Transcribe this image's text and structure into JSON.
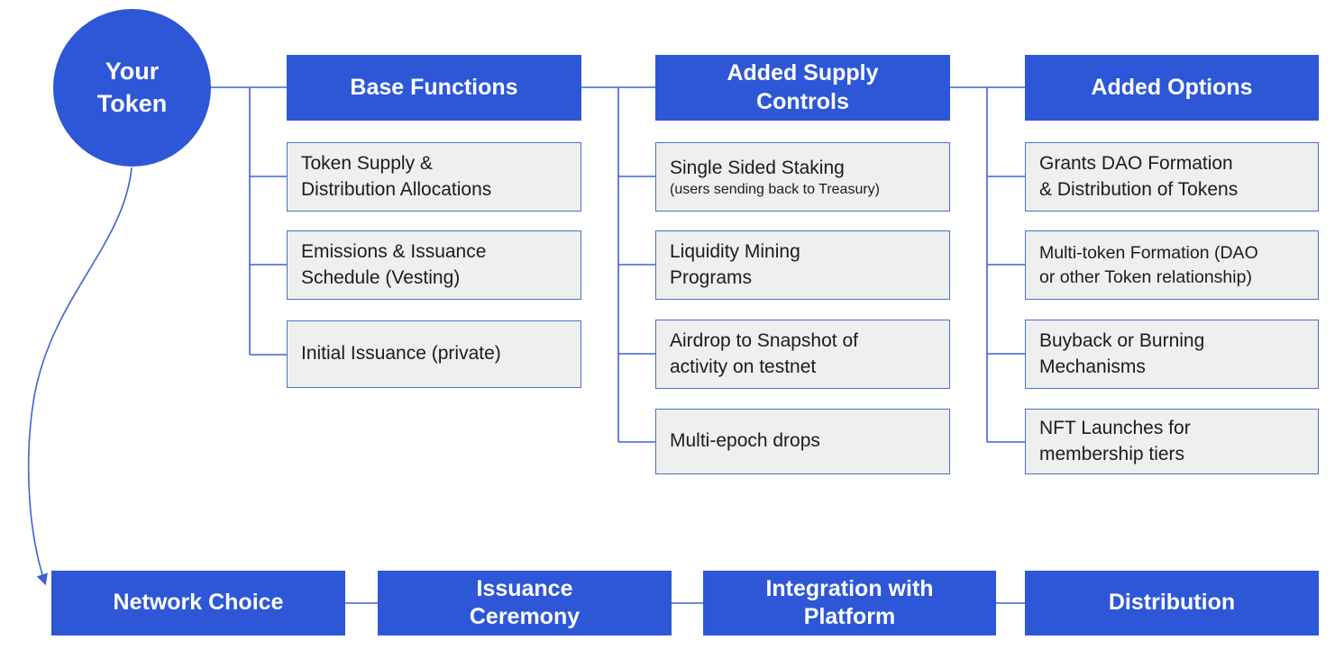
{
  "colors": {
    "primary_blue": "#2d57d7",
    "connector_blue": "#3e63d0",
    "item_fill": "#efefef",
    "item_border": "#4a6fce",
    "item_text": "#1c1c1c",
    "header_text": "#ffffff"
  },
  "root_node": {
    "label": "Your\nToken"
  },
  "columns": [
    {
      "header": "Base Functions",
      "items": [
        {
          "text": "Token Supply &\nDistribution Allocations"
        },
        {
          "text": "Emissions & Issuance\nSchedule (Vesting)"
        },
        {
          "text": "Initial Issuance (private)"
        }
      ]
    },
    {
      "header": "Added Supply\nControls",
      "items": [
        {
          "text": "Single Sided Staking",
          "subtext": "(users sending back to Treasury)"
        },
        {
          "text": "Liquidity Mining\nPrograms"
        },
        {
          "text": "Airdrop to Snapshot of\nactivity on testnet"
        },
        {
          "text": "Multi-epoch drops"
        }
      ]
    },
    {
      "header": "Added Options",
      "items": [
        {
          "text": "Grants DAO Formation\n& Distribution of Tokens"
        },
        {
          "text": "Multi-token Formation (DAO\nor other Token relationship)"
        },
        {
          "text": "Buyback or Burning\nMechanisms"
        },
        {
          "text": "NFT Launches for\nmembership tiers"
        }
      ]
    }
  ],
  "bottom_row": [
    {
      "label": "Network Choice"
    },
    {
      "label": "Issuance\nCeremony"
    },
    {
      "label": "Integration with\nPlatform"
    },
    {
      "label": "Distribution"
    }
  ]
}
